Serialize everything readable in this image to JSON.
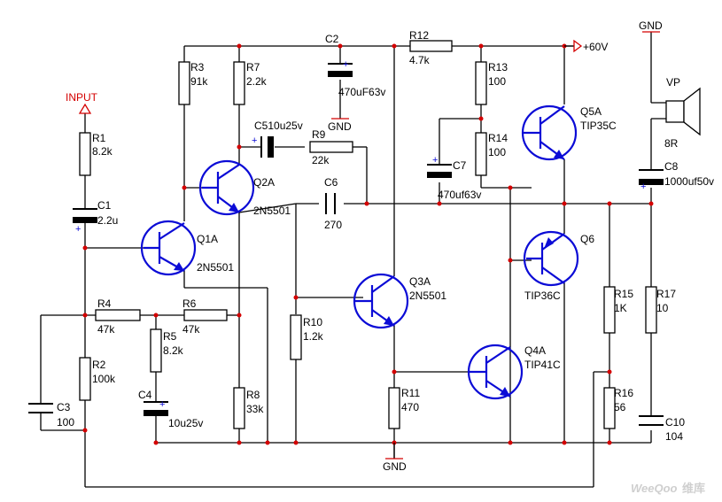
{
  "title": "",
  "colors": {
    "wire": "#000000",
    "transistor": "#0b0bd6",
    "junction": "#d40000",
    "background": "#ffffff"
  },
  "terminals": {
    "input": "INPUT",
    "vplus": "+60V",
    "gnd_c2": "GND",
    "gnd_right": "GND",
    "gnd_bottom": "GND"
  },
  "speaker": {
    "name": "VP",
    "impedance": "8R"
  },
  "resistors": [
    {
      "ref": "R1",
      "value": "8.2k"
    },
    {
      "ref": "R2",
      "value": "100k"
    },
    {
      "ref": "R3",
      "value": "91k"
    },
    {
      "ref": "R4",
      "value": "47k"
    },
    {
      "ref": "R5",
      "value": "8.2k"
    },
    {
      "ref": "R6",
      "value": "47k"
    },
    {
      "ref": "R7",
      "value": "2.2k"
    },
    {
      "ref": "R8",
      "value": "33k"
    },
    {
      "ref": "R9",
      "value": "22k"
    },
    {
      "ref": "R10",
      "value": "1.2k"
    },
    {
      "ref": "R11",
      "value": "470"
    },
    {
      "ref": "R12",
      "value": "4.7k"
    },
    {
      "ref": "R13",
      "value": "100"
    },
    {
      "ref": "R14",
      "value": "100"
    },
    {
      "ref": "R15",
      "value": "1K"
    },
    {
      "ref": "R16",
      "value": "56"
    },
    {
      "ref": "R17",
      "value": "10"
    }
  ],
  "capacitors": [
    {
      "ref": "C1",
      "value": "2.2u"
    },
    {
      "ref": "C2",
      "value": "470uF63v"
    },
    {
      "ref": "C3",
      "value": "100"
    },
    {
      "ref": "C4",
      "value": "10u25v"
    },
    {
      "ref": "C5",
      "value": "C510u25v"
    },
    {
      "ref": "C6",
      "value": "270"
    },
    {
      "ref": "C7",
      "value": "470uf63v"
    },
    {
      "ref": "C8",
      "value": "1000uf50v"
    },
    {
      "ref": "C10",
      "value": "104"
    }
  ],
  "transistors": [
    {
      "ref": "Q1A",
      "part": "2N5501"
    },
    {
      "ref": "Q2A",
      "part": "2N5501"
    },
    {
      "ref": "Q3A",
      "part": "2N5501"
    },
    {
      "ref": "Q4A",
      "part": "TIP41C"
    },
    {
      "ref": "Q5A",
      "part": "TIP35C"
    },
    {
      "ref": "Q6",
      "part": "TIP36C"
    }
  ],
  "watermark": {
    "brand": "WeeQoo",
    "suffix": "维库"
  }
}
